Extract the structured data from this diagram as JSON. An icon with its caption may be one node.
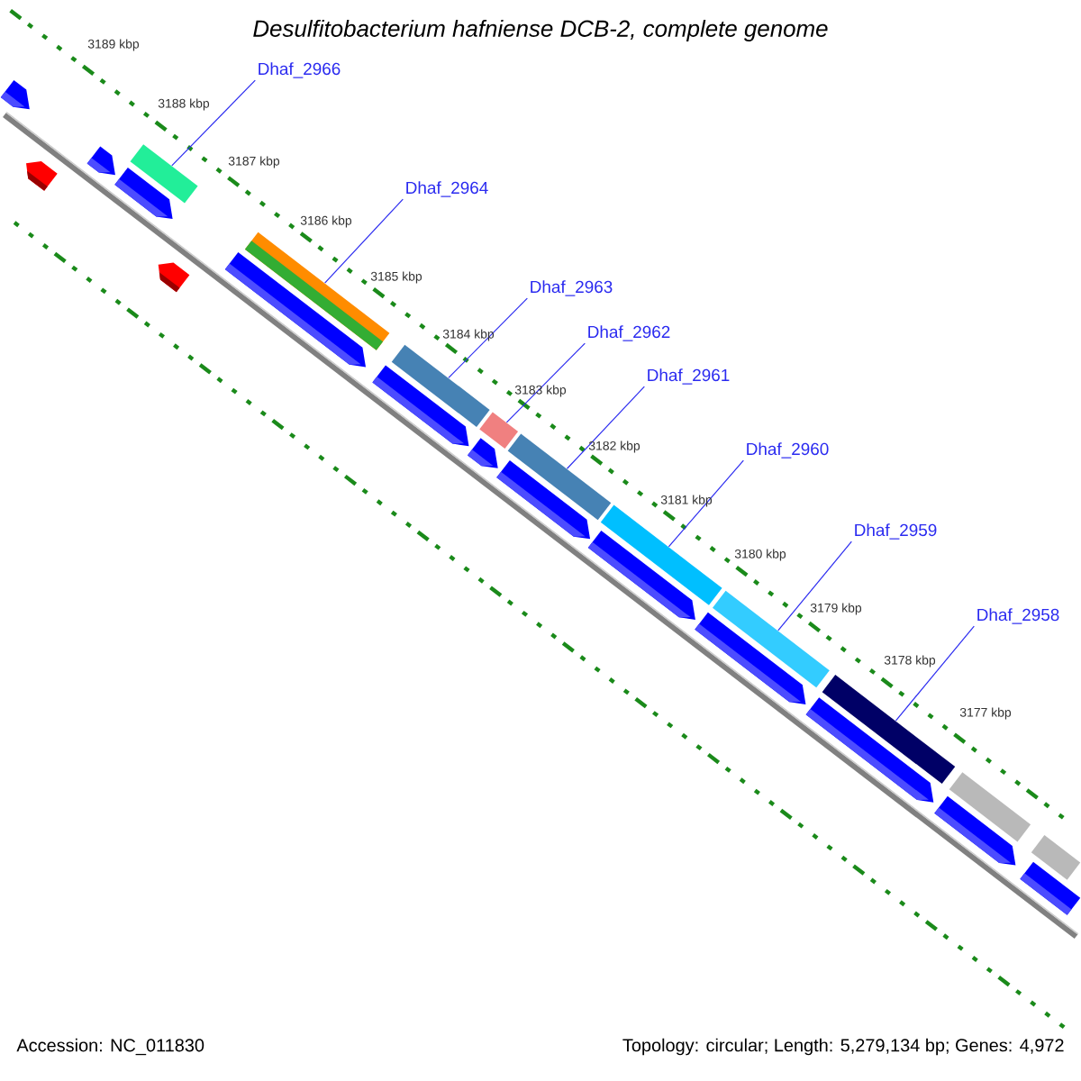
{
  "diagram": {
    "title": "Desulfitobacterium hafniense DCB-2, complete genome",
    "nodes": [
      {
        "text": [
          "Dhaf_2966"
        ]
      },
      {
        "text": [],
        "shape": "bar"
      },
      {
        "text": [
          "Dhaf_2964"
        ]
      },
      {
        "text": [],
        "shape": "bar"
      },
      {
        "text": [
          "Dhaf_2963"
        ]
      },
      {
        "text": [],
        "shape": "bar"
      },
      {
        "text": [
          "Dhaf_2962"
        ]
      },
      {
        "text": [],
        "shape": "bar"
      },
      {
        "text": [
          "Dhaf_2961"
        ]
      },
      {
        "text": [],
        "shape": "bar"
      },
      {
        "text": [
          "Dhaf_2960"
        ]
      },
      {
        "text": [],
        "shape": "bar"
      },
      {
        "text": [
          "Dhaf_2959"
        ]
      },
      {
        "text": [],
        "shape": "bar"
      },
      {
        "text": [
          "Dhaf_2958"
        ]
      },
      {
        "text": [],
        "shape": "bar"
      }
    ],
    "edges": [
      {
        "from": 0,
        "to": 1,
        "arrow": "none"
      },
      {
        "from": 2,
        "to": 3,
        "arrow": "none"
      },
      {
        "from": 4,
        "to": 5,
        "arrow": "none"
      },
      {
        "from": 6,
        "to": 7,
        "arrow": "none"
      },
      {
        "from": 8,
        "to": 9,
        "arrow": "none"
      },
      {
        "from": 10,
        "to": 11,
        "arrow": "none"
      },
      {
        "from": 12,
        "to": 13,
        "arrow": "none"
      },
      {
        "from": 14,
        "to": 15,
        "arrow": "none"
      }
    ],
    "labels": [
      "3189 kbp",
      "3188 kbp",
      "3187 kbp",
      "3186 kbp",
      "3185 kbp",
      "3184 kbp",
      "3183 kbp",
      "3182 kbp",
      "3181 kbp",
      "3180 kbp",
      "3179 kbp",
      "3178 kbp",
      "3177 kbp",
      "Accession: NC_011830",
      "Topology: circular; Length: 5,279,134 bp; Genes: 4,972"
    ]
  }
}
